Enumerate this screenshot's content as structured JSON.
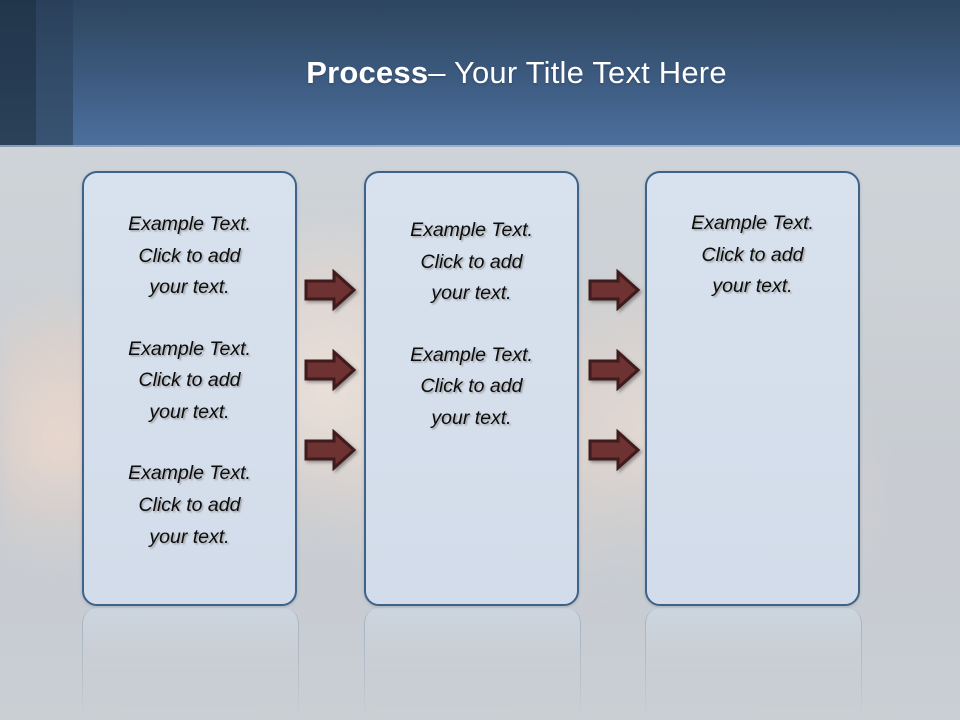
{
  "slide": {
    "title": {
      "bold_part": "Process",
      "rest_part": " – Your Title Text Here"
    },
    "theme": {
      "header_top_color": "#2d455e",
      "header_bottom_color": "#4b6f9c",
      "header_band_dark": "#253a51",
      "header_band_mid": "#314a67",
      "box_fill": "#d5dfec",
      "box_border": "#3e6388",
      "arrow_fill": "#6e3232",
      "arrow_outline": "#3f1b1b",
      "title_color": "#ffffff",
      "body_text_color": "#0c0c0c",
      "background_color": "#c9ced3"
    },
    "boxes": [
      {
        "name": "process-box-1",
        "paragraphs": [
          "Example Text.\nClick  to add\nyour text.",
          "Example Text.\nClick  to add\nyour text.",
          "Example Text.\nClick  to add\nyour text."
        ]
      },
      {
        "name": "process-box-2",
        "paragraphs": [
          "Example Text.\nClick  to add\nyour text.",
          "Example Text.\nClick  to add\nyour text."
        ]
      },
      {
        "name": "process-box-3",
        "paragraphs": [
          "Example Text.\nClick  to add\nyour text."
        ]
      }
    ],
    "arrows": {
      "group_1_count": 3,
      "group_2_count": 3,
      "direction": "right",
      "label": "right-arrow"
    }
  }
}
